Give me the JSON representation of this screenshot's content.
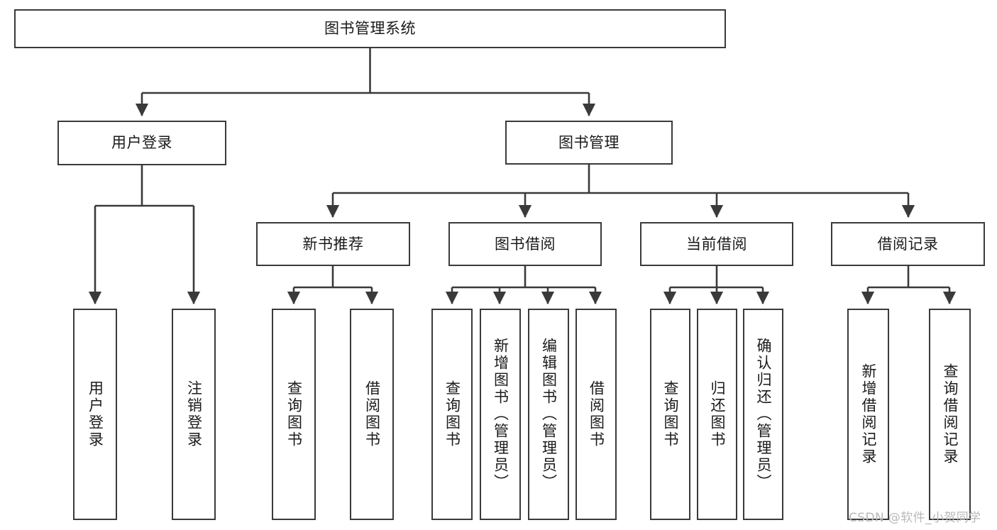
{
  "diagram": {
    "title": "图书管理系统",
    "watermark": "CSDN @软件_小贺同学",
    "colors": {
      "box_border": "#3a3a3a",
      "box_fill": "#ffffff",
      "connector": "#3a3a3a",
      "text": "#1a1a1a",
      "watermark": "#b9b9b9"
    },
    "nodes": {
      "root": {
        "label": "图书管理系统"
      },
      "level2": [
        {
          "label": "用户登录"
        },
        {
          "label": "图书管理"
        }
      ],
      "level3": [
        {
          "label": "新书推荐"
        },
        {
          "label": "图书借阅"
        },
        {
          "label": "当前借阅"
        },
        {
          "label": "借阅记录"
        }
      ],
      "leaves": {
        "user_login": [
          {
            "label": "用户登录"
          },
          {
            "label": "注销登录"
          }
        ],
        "new_book_recommend": [
          {
            "label": "查询图书"
          },
          {
            "label": "借阅图书"
          }
        ],
        "book_borrow": [
          {
            "label": "查询图书"
          },
          {
            "label": "新增图书（管理员）"
          },
          {
            "label": "编辑图书（管理员）"
          },
          {
            "label": "借阅图书"
          }
        ],
        "current_borrow": [
          {
            "label": "查询图书"
          },
          {
            "label": "归还图书"
          },
          {
            "label": "确认归还（管理员）"
          }
        ],
        "borrow_record": [
          {
            "label": "新增借阅记录"
          },
          {
            "label": "查询借阅记录"
          }
        ]
      }
    }
  }
}
